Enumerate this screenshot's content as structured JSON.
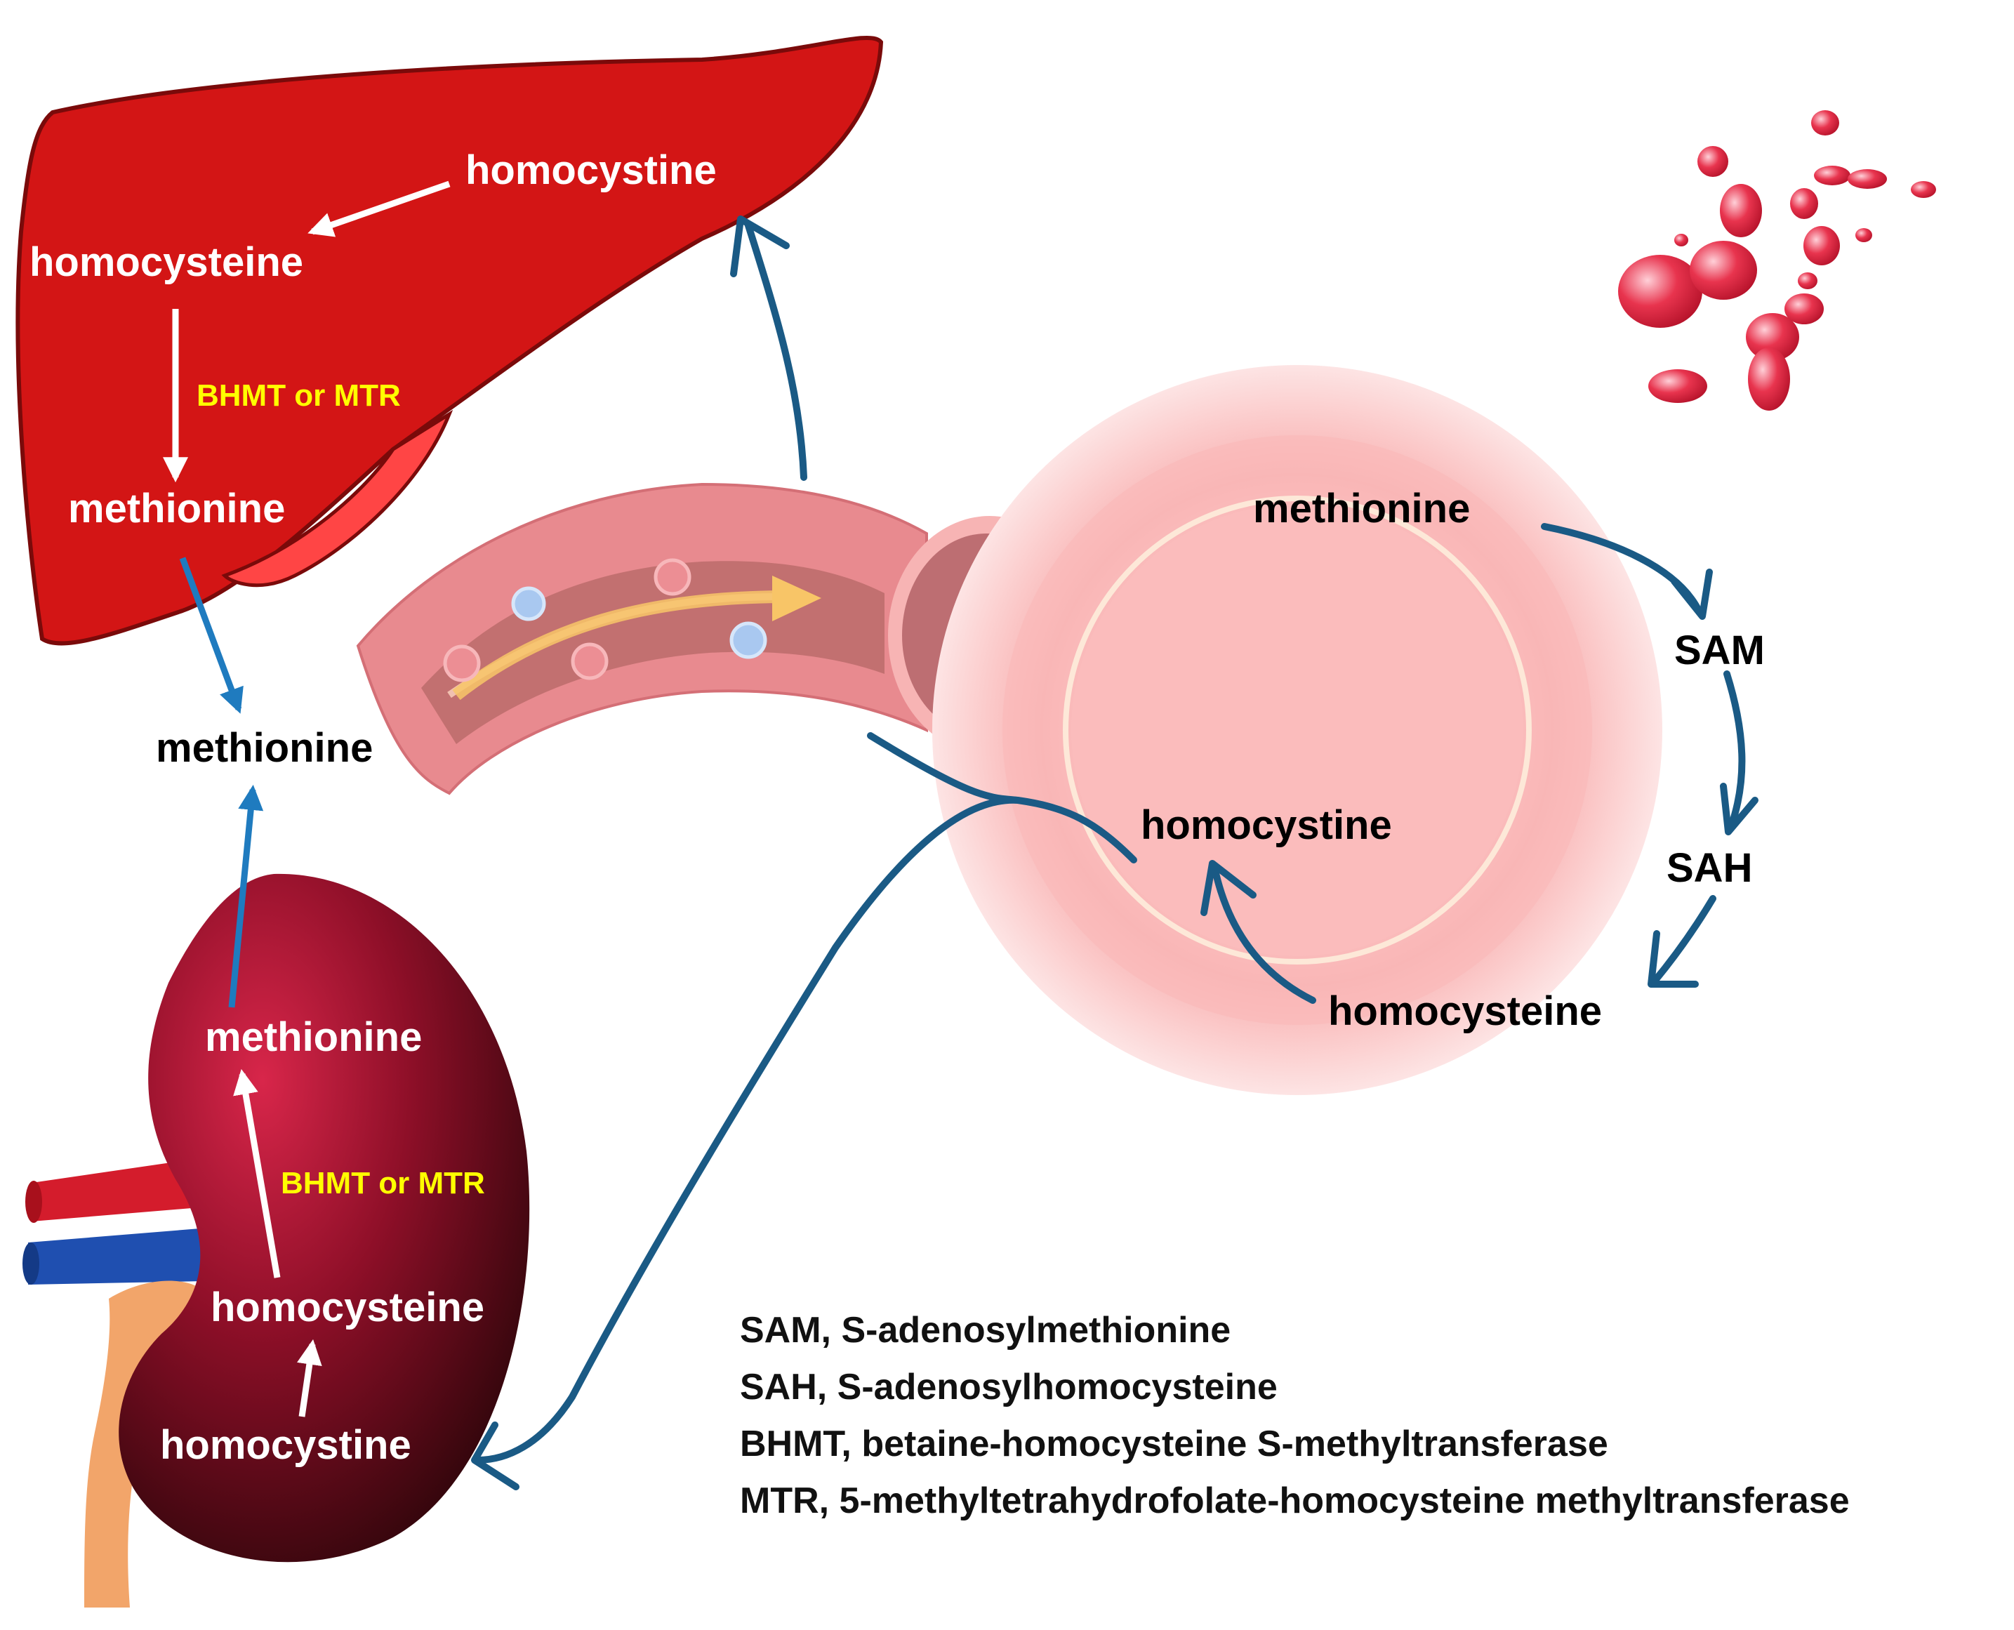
{
  "liver": {
    "homocystine": "homocystine",
    "homocysteine": "homocysteine",
    "enzyme": "BHMT or MTR",
    "methionine": "methionine"
  },
  "blood": {
    "methionine": "methionine"
  },
  "rbc": {
    "methionine": "methionine",
    "sam": "SAM",
    "sah": "SAH",
    "homocysteine": "homocysteine",
    "homocystine": "homocystine"
  },
  "kidney": {
    "methionine": "methionine",
    "enzyme": "BHMT or MTR",
    "homocysteine": "homocysteine",
    "homocystine": "homocystine"
  },
  "legend": [
    "SAM, S-adenosylmethionine",
    "SAH, S-adenosylhomocysteine",
    "BHMT, betaine-homocysteine S-methyltransferase",
    "MTR, 5-methyltetrahydrofolate-homocysteine methyltransferase"
  ],
  "colors": {
    "liver": "#d31515",
    "liver_lobe": "#ff4545",
    "kidney": "#8a0f22",
    "vessel": "#e88a8f",
    "rbc": "#fbc4c4",
    "arrow_blue": "#1a5a85",
    "enzyme_text": "#ffff00"
  }
}
